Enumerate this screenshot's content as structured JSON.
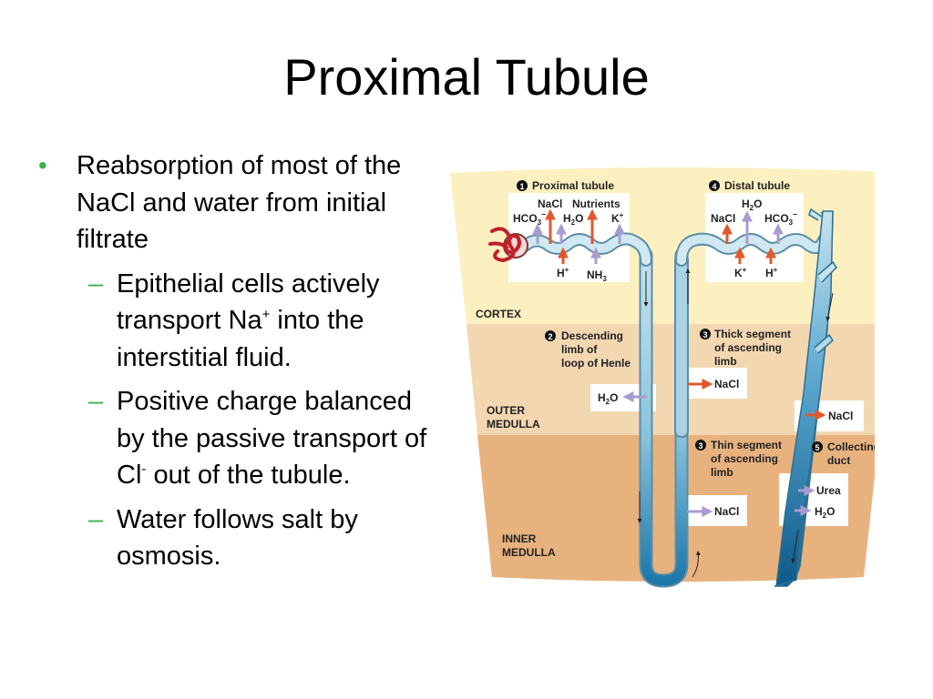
{
  "slide": {
    "title": "Proximal Tubule",
    "bullet_main": "Reabsorption of most of the NaCl and water from initial filtrate",
    "sub1_a": "Epithelial cells actively transport Na",
    "sub1_sup": "+",
    "sub1_b": " into the interstitial fluid.",
    "sub2_a": "Positive charge balanced by the passive transport of Cl",
    "sub2_sup": "-",
    "sub2_b": " out of the tubule.",
    "sub3": "Water follows salt by osmosis."
  },
  "diagram": {
    "zones": {
      "cortex": "CORTEX",
      "outer_1": "OUTER",
      "outer_2": "MEDULLA",
      "inner_1": "INNER",
      "inner_2": "MEDULLA"
    },
    "segments": {
      "s1_num": "1",
      "s1_label": "Proximal tubule",
      "s2_num": "2",
      "s2_l1": "Descending",
      "s2_l2": "limb of",
      "s2_l3": "loop of Henle",
      "s3a_num": "3",
      "s3a_l1": "Thick segment",
      "s3a_l2": "of ascending",
      "s3a_l3": "limb",
      "s3b_num": "3",
      "s3b_l1": "Thin segment",
      "s3b_l2": "of ascending",
      "s3b_l3": "limb",
      "s4_num": "4",
      "s4_label": "Distal tubule",
      "s5_num": "5",
      "s5_l1": "Collecting",
      "s5_l2": "duct"
    },
    "substances": {
      "nacl": "NaCl",
      "nutrients": "Nutrients",
      "hco3": "HCO",
      "hco3_sub": "3",
      "hco3_sup": "–",
      "h2o_h": "H",
      "h2o_sub": "2",
      "h2o_o": "O",
      "k_plus": "K",
      "h_plus": "H",
      "plus": "+",
      "nh3": "NH",
      "nh3_sub": "3",
      "urea": "Urea"
    },
    "colors": {
      "cortex": "#fdf0c0",
      "outer_medulla": "#f3d7b1",
      "inner_medulla": "#e8b27f",
      "tubule": "#a9d3e4",
      "arrow_orange": "#e2582b",
      "arrow_purple": "#a99bd0"
    }
  }
}
